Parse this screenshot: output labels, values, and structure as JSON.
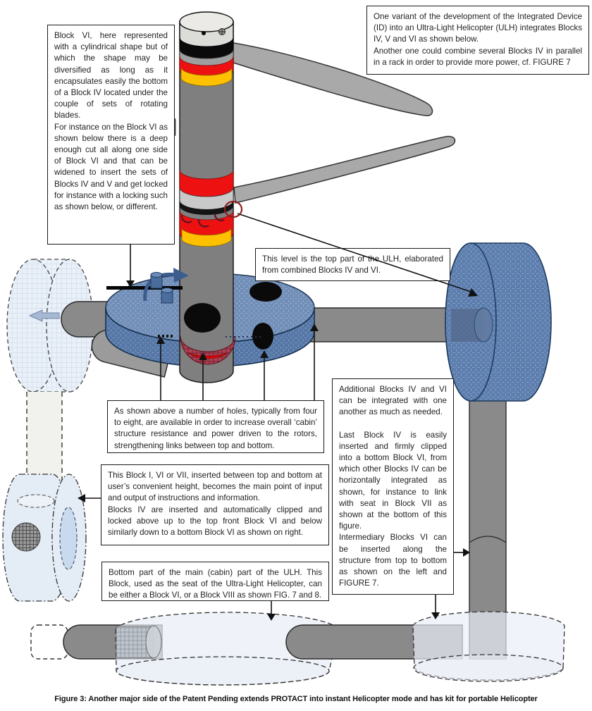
{
  "figure": {
    "caption": "Figure 3: Another major side of the Patent Pending extends PROTACT into instant Helicopter mode and has kit for portable Helicopter"
  },
  "annotations": {
    "block_vi_note": {
      "p1": "Block VI, here represented with a cylindrical shape but of which the shape may be diversified as long as it encapsulates easily the bottom of a Block IV located under the couple of sets of rotating blades.",
      "p2": "For instance on the Block VI as shown below there is a deep enough cut all along one side of Block VI and that can be widened to insert the sets of Blocks IV and V and get locked for instance with a locking such as shown below, or different."
    },
    "variant_note": {
      "p1": "One variant of the development of the Integrated Device (ID) into an Ultra-Light Helicopter (ULH) integrates Blocks IV, V and VI as shown below.",
      "p2": "Another one could combine several Blocks IV in parallel in a rack in order to provide more power, cf. FIGURE 7"
    },
    "level_note": {
      "p1": "This level is the top part of the ULH, elaborated from combined Blocks IV and VI."
    },
    "holes_note": {
      "p1": "As shown above a number of holes, typically from four to eight, are available in order to increase overall ‘cabin’ structure resistance and power driven to the rotors, strengthening links between top and bottom."
    },
    "block_i_note": {
      "p1": "This Block I, VI or VII, inserted between top and bottom at user’s convenient height, becomes the main point of input and output of instructions and information.",
      "p2": "Blocks IV are inserted and automatically clipped and locked above up to the top front Block VI and below similarly down to a bottom Block VI as shown on right."
    },
    "additional_note": {
      "p1": "Additional Blocks IV and VI can be integrated with one another as much as needed.",
      "p2": "Last Block IV is easily inserted and firmly clipped into a bottom Block VI, from which other Blocks IV can be horizontally integrated as shown, for instance to link with seat in Block VII as shown at the bottom of this figure.",
      "p3": "Intermediary Blocks VI can be inserted along the structure from top to bottom as shown on the left and FIGURE 7."
    },
    "bottom_note": {
      "p1": "Bottom part of the main (cabin) part of the ULH. This Block, used as the seat of the Ultra-Light Helicopter, can be either a Block VI, or a Block VIII as shown FIG. 7 and 8."
    }
  },
  "colors": {
    "hub_blue": "#5e7fae",
    "ghost_blue": "#e9eef6",
    "band_red": "#ee1111",
    "band_yellow": "#ffc000",
    "metal_gray": "#8a8a8a",
    "annotation_red": "#8b1f1f",
    "line_black": "#111111"
  }
}
